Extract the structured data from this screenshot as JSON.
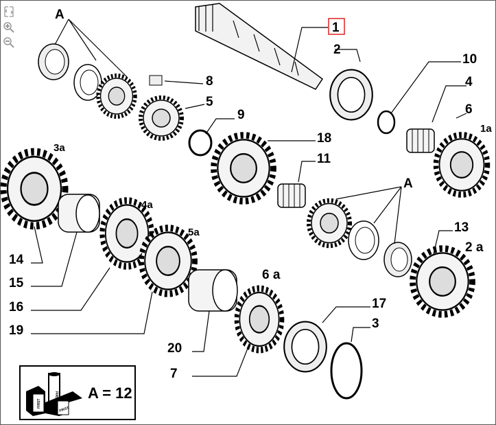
{
  "toolbar": {
    "fit_icon": "fit-view-icon",
    "zoom_in_icon": "zoom-in-icon",
    "zoom_out_icon": "zoom-out-icon"
  },
  "callouts": {
    "A_top": "A",
    "p1": "1",
    "p2": "2",
    "p10": "10",
    "p4": "4",
    "p6": "6",
    "p1a": "1a",
    "p8": "8",
    "p5": "5",
    "p9": "9",
    "p18": "18",
    "p11": "11",
    "A_mid": "A",
    "p3a": "3a",
    "p4a": "4a",
    "p5a": "5a",
    "p13": "13",
    "p2a": "2 a",
    "p14": "14",
    "p15": "15",
    "p16": "16",
    "p19": "19",
    "p6a": "6 a",
    "p17": "17",
    "p3": "3",
    "p20": "20",
    "p7": "7"
  },
  "selected_part": "1",
  "highlight_color": "#e02020",
  "legend": {
    "text": "A = 12",
    "box_label": "FIRST"
  }
}
